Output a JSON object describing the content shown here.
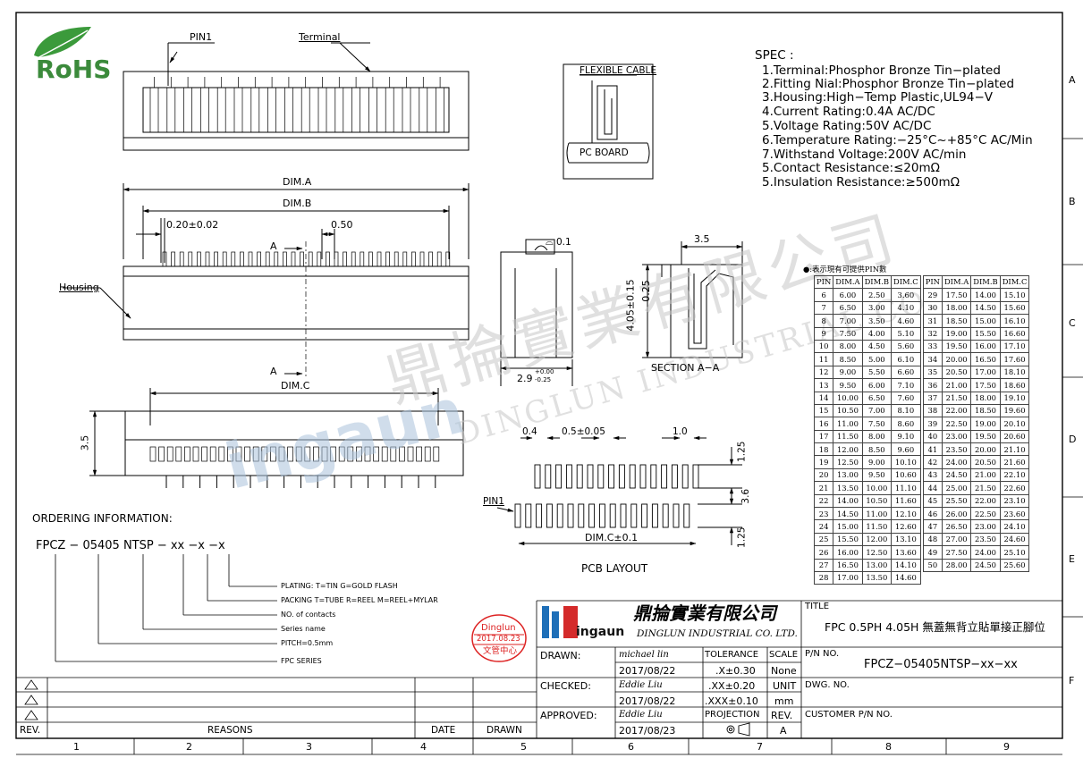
{
  "rohs": "RoHS",
  "top_view": {
    "pin1": "PIN1",
    "terminal": "Terminal"
  },
  "inset": {
    "flexible_cable": "FLEXIBLE CABLE",
    "pc_board": "PC BOARD"
  },
  "spec": {
    "title": "SPEC :",
    "lines": [
      "1.Terminal:Phosphor Bronze Tin−plated",
      "2.Fitting Nial:Phosphor Bronze Tin−plated",
      "3.Housing:High−Temp Plastic,UL94−V",
      "4.Current Rating:0.4A AC/DC",
      "5.Voltage Rating:50V AC/DC",
      "6.Temperature Rating:−25°C~+85°C AC/Min",
      "7.Withstand Voltage:200V AC/min",
      "5.Contact Resistance:≤20mΩ",
      "5.Insulation Resistance:≥500mΩ"
    ]
  },
  "front_view": {
    "dim_a": "DIM.A",
    "dim_b": "DIM.B",
    "pitch_tol": "0.20±0.02",
    "pitch": "0.50",
    "section_mark": "A",
    "housing": "Housing"
  },
  "bottom_view": {
    "dim_c": "DIM.C",
    "height": "3.5"
  },
  "section": {
    "flatness": "0.1",
    "width": "3.5",
    "small": "0.25",
    "height": "4.05±0.15",
    "depth": "2.9",
    "depth_tol_up": "+0.00",
    "depth_tol_down": "-0.25",
    "label": "SECTION A−A"
  },
  "pcb": {
    "d1": "0.4",
    "d2": "0.5±0.05",
    "d3": "1.0",
    "r1": "1.25",
    "r2": "3.6",
    "r3": "1.25",
    "pin1": "PIN1",
    "dim": "DIM.C±0.1",
    "label": "PCB LAYOUT"
  },
  "pin_table": {
    "note": "●:表示現有可提供PIN數",
    "headers": [
      "PIN",
      "DIM.A",
      "DIM.B",
      "DIM.C"
    ],
    "left": [
      [
        "6",
        "6.00",
        "2.50",
        "3.60"
      ],
      [
        "7",
        "6.50",
        "3.00",
        "4.10"
      ],
      [
        "8",
        "7.00",
        "3.50",
        "4.60"
      ],
      [
        "9",
        "7.50",
        "4.00",
        "5.10"
      ],
      [
        "10",
        "8.00",
        "4.50",
        "5.60"
      ],
      [
        "11",
        "8.50",
        "5.00",
        "6.10"
      ],
      [
        "12",
        "9.00",
        "5.50",
        "6.60"
      ],
      [
        "13",
        "9.50",
        "6.00",
        "7.10"
      ],
      [
        "14",
        "10.00",
        "6.50",
        "7.60"
      ],
      [
        "15",
        "10.50",
        "7.00",
        "8.10"
      ],
      [
        "16",
        "11.00",
        "7.50",
        "8.60"
      ],
      [
        "17",
        "11.50",
        "8.00",
        "9.10"
      ],
      [
        "18",
        "12.00",
        "8.50",
        "9.60"
      ],
      [
        "19",
        "12.50",
        "9.00",
        "10.10"
      ],
      [
        "20",
        "13.00",
        "9.50",
        "10.60"
      ],
      [
        "21",
        "13.50",
        "10.00",
        "11.10"
      ],
      [
        "22",
        "14.00",
        "10.50",
        "11.60"
      ],
      [
        "23",
        "14.50",
        "11.00",
        "12.10"
      ],
      [
        "24",
        "15.00",
        "11.50",
        "12.60"
      ],
      [
        "25",
        "15.50",
        "12.00",
        "13.10"
      ],
      [
        "26",
        "16.00",
        "12.50",
        "13.60"
      ],
      [
        "27",
        "16.50",
        "13.00",
        "14.10"
      ],
      [
        "28",
        "17.00",
        "13.50",
        "14.60"
      ]
    ],
    "right": [
      [
        "29",
        "17.50",
        "14.00",
        "15.10"
      ],
      [
        "30",
        "18.00",
        "14.50",
        "15.60"
      ],
      [
        "31",
        "18.50",
        "15.00",
        "16.10"
      ],
      [
        "32",
        "19.00",
        "15.50",
        "16.60"
      ],
      [
        "33",
        "19.50",
        "16.00",
        "17.10"
      ],
      [
        "34",
        "20.00",
        "16.50",
        "17.60"
      ],
      [
        "35",
        "20.50",
        "17.00",
        "18.10"
      ],
      [
        "36",
        "21.00",
        "17.50",
        "18.60"
      ],
      [
        "37",
        "21.50",
        "18.00",
        "19.10"
      ],
      [
        "38",
        "22.00",
        "18.50",
        "19.60"
      ],
      [
        "39",
        "22.50",
        "19.00",
        "20.10"
      ],
      [
        "40",
        "23.00",
        "19.50",
        "20.60"
      ],
      [
        "41",
        "23.50",
        "20.00",
        "21.10"
      ],
      [
        "42",
        "24.00",
        "20.50",
        "21.60"
      ],
      [
        "43",
        "24.50",
        "21.00",
        "22.10"
      ],
      [
        "44",
        "25.00",
        "21.50",
        "22.60"
      ],
      [
        "45",
        "25.50",
        "22.00",
        "23.10"
      ],
      [
        "46",
        "26.00",
        "22.50",
        "23.60"
      ],
      [
        "47",
        "26.50",
        "23.00",
        "24.10"
      ],
      [
        "48",
        "27.00",
        "23.50",
        "24.60"
      ],
      [
        "49",
        "27.50",
        "24.00",
        "25.10"
      ],
      [
        "50",
        "28.00",
        "24.50",
        "25.60"
      ]
    ]
  },
  "ordering": {
    "title": "ORDERING INFORMATION:",
    "part_code": "FPCZ − 05405 NTSP − xx −x −x",
    "notes": [
      "PLATING: T=TIN G=GOLD FLASH",
      "PACKING T=TUBE R=REEL M=REEL+MYLAR",
      "NO. of contacts",
      "Series name",
      "PITCH=0.5mm",
      "FPC SERIES"
    ]
  },
  "stamp": {
    "name": "Dinglun",
    "date": "2017.08.23",
    "dept": "文管中心"
  },
  "title_block": {
    "logo_text": "ingaun",
    "company_cn": "鼎掄實業有限公司",
    "company_en": "DINGLUN INDUSTRIAL CO. LTD.",
    "drawn_label": "DRAWN:",
    "drawn_name": "michael lin",
    "drawn_date": "2017/08/22",
    "checked_label": "CHECKED:",
    "checked_name": "Eddie Liu",
    "checked_date": "2017/08/22",
    "approved_label": "APPROVED:",
    "approved_name": "Eddie Liu",
    "approved_date": "2017/08/23",
    "tolerance_label": "TOLERANCE",
    "tol1": ".X±0.30",
    "tol2": ".XX±0.20",
    "tol3": ".XXX±0.10",
    "projection_label": "PROJECTION",
    "scale_label": "SCALE",
    "scale": "None",
    "unit_label": "UNIT",
    "unit": "mm",
    "rev_label": "REV.",
    "rev": "A",
    "title_label": "TITLE",
    "title": "FPC 0.5PH 4.05H 無蓋無背立貼單接正腳位",
    "pn_label": "P/N NO.",
    "pn": "FPCZ−05405NTSP−xx−xx",
    "dwg_label": "DWG. NO.",
    "customer_label": "CUSTOMER P/N NO."
  },
  "revision": {
    "rev": "REV.",
    "reasons": "REASONS",
    "date": "DATE",
    "drawn": "DRAWN"
  },
  "border": {
    "cols": [
      "1",
      "2",
      "3",
      "4",
      "5",
      "6",
      "7",
      "8",
      "9"
    ],
    "rows": [
      "A",
      "B",
      "C",
      "D",
      "E",
      "F"
    ]
  },
  "watermark": {
    "cn": "鼎掄實業有限公司",
    "en": "DINGLUN INDUSTRIAL CO.",
    "logo": "ingaun"
  }
}
